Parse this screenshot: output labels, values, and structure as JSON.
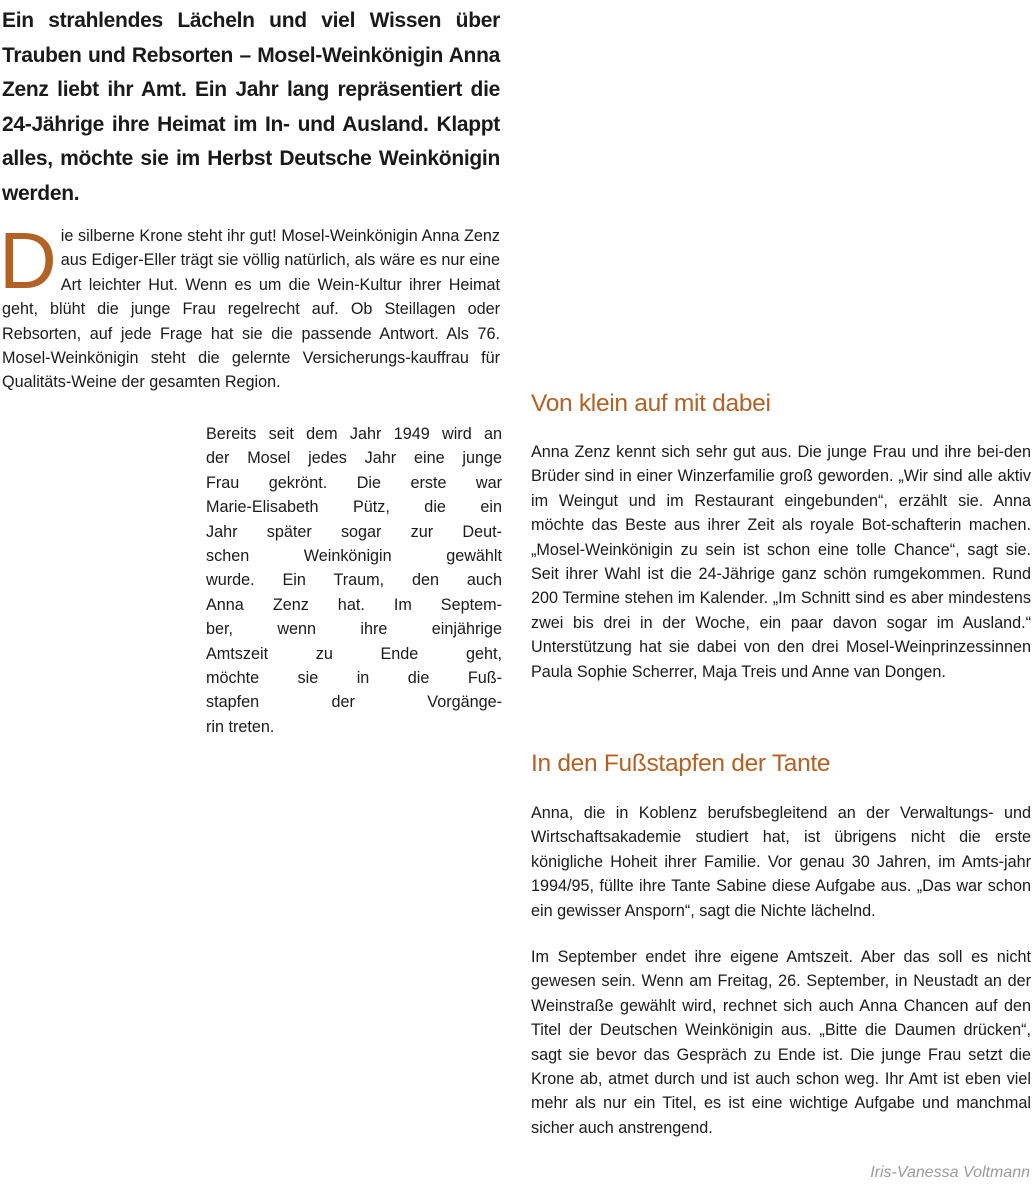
{
  "lead": "Ein strahlendes Lächeln und viel Wissen über Trauben und Rebsorten – Mosel-Weinkönigin Anna Zenz liebt ihr Amt. Ein Jahr lang repräsentiert die 24-Jährige ihre Heimat im In- und Ausland. Klappt alles, möchte sie im Herbst Deutsche Weinkönigin werden.",
  "intro": {
    "dropcap": "D",
    "text": "ie silberne Krone steht ihr gut! Mosel-Weinkönigin Anna Zenz aus Ediger-Eller trägt sie völlig natürlich, als wäre es nur eine Art leichter Hut. Wenn es um die Wein-Kultur ihrer Heimat geht, blüht die junge Frau regelrecht auf. Ob Steillagen oder Rebsorten, auf jede Frage hat sie die passende Antwort. Als 76. Mosel-Weinkönigin steht die gelernte Versicherungs-kauffrau für Qualitäts-Weine der gesamten Region."
  },
  "para2_lines": [
    "Bereits seit dem Jahr 1949 wird an",
    "der Mosel jedes Jahr eine junge",
    "Frau gekrönt. Die erste war",
    "Marie-Elisabeth Pütz, die ein",
    "Jahr später sogar zur Deut-",
    "schen Weinkönigin gewählt",
    "wurde. Ein Traum, den auch",
    "Anna Zenz hat. Im Septem-",
    "ber, wenn ihre einjährige",
    "Amtszeit zu Ende geht,",
    "möchte sie in die Fuß-",
    "stapfen der Vorgänge-",
    "rin treten."
  ],
  "section1": {
    "heading": "Von klein auf mit dabei",
    "text": "Anna Zenz kennt sich sehr gut aus. Die junge Frau und ihre bei-den Brüder sind in einer Winzerfamilie groß geworden. „Wir sind alle aktiv im Weingut und im Restaurant eingebunden“, erzählt sie. Anna möchte das Beste aus ihrer Zeit als royale Bot-schafterin machen. „Mosel-Weinkönigin zu sein ist schon eine tolle Chance“, sagt sie. Seit ihrer Wahl ist die 24-Jährige ganz schön rumgekommen. Rund 200 Termine stehen im Kalender. „Im Schnitt sind es aber mindestens zwei bis drei in der Woche, ein paar davon sogar im Ausland.“ Unterstützung hat sie dabei von den drei Mosel-Weinprinzessinnen Paula Sophie Scherrer, Maja Treis und Anne van Dongen."
  },
  "section2": {
    "heading": "In den Fußstapfen der Tante",
    "text1": "Anna, die in Koblenz berufsbegleitend an der Verwaltungs- und Wirtschaftsakademie studiert hat, ist übrigens nicht die erste königliche Hoheit ihrer Familie. Vor genau 30 Jahren, im Amts-jahr 1994/95, füllte ihre Tante Sabine diese Aufgabe aus. „Das war schon ein gewisser Ansporn“, sagt die Nichte lächelnd.",
    "text2": "Im September endet ihre eigene Amtszeit. Aber das soll es nicht gewesen sein. Wenn am Freitag, 26. September, in Neustadt an der Weinstraße gewählt wird, rechnet sich auch Anna Chancen auf den Titel der Deutschen Weinkönigin aus. „Bitte die Daumen drücken“, sagt sie bevor das Gespräch zu Ende ist. Die junge Frau setzt die Krone ab, atmet durch und ist auch schon weg. Ihr Amt ist eben viel mehr als nur ein Titel, es ist eine wichtige Aufgabe und manchmal sicher auch anstrengend."
  },
  "author": "Iris-Vanessa Voltmann",
  "colors": {
    "accent": "#b26224",
    "author": "#9a9a9a"
  }
}
